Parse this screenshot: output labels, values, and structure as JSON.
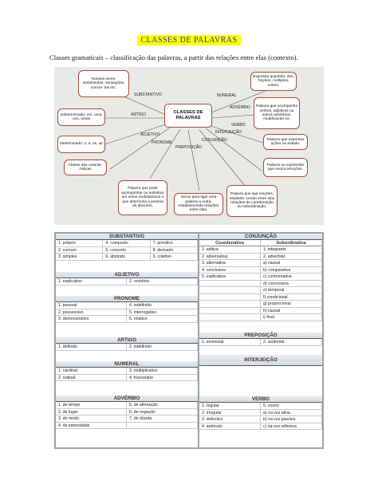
{
  "title": "CLASSES DE  PALAVRAS",
  "subtitle": "Classes gramaticais – classificação das palavras, a partir das relações entre elas (contexto).",
  "mindmap": {
    "center": "CLASSES DE PALAVRAS",
    "labels": {
      "substantivo": "SUBSTANTIVO",
      "numeral": "NUMERAL",
      "artigo": "ARTIGO",
      "adverbio": "ADVÉRBIO",
      "adjetivo": "ADJETIVO",
      "verbo": "VERBO",
      "pronome": "PRONOME",
      "interjeicao": "INTERJEIÇÃO",
      "conjuncao": "CONJUNÇÃO",
      "preposicao": "PREPOSIÇÃO"
    },
    "boxes": {
      "substantivo": "Nomeia seres, sentimentos, sensações, concei- tos etc.",
      "numeral": "Expressa quantida- des, frações, múltiplos, ordem.",
      "artigo_indef": "Indeterminado: um, uma, uns, umas",
      "artigo_def": "Determinado: o, a, os, as",
      "adverbio": "Palavra que acompanha verbos, adjetivos ou outros advérbios, modificando-os.",
      "adjetivo": "Classe das caracte- rísticas",
      "verbo": "Palavra que expressa ações ou estado.",
      "interjeicao": "Palavra ou expressão que evoca emoções.",
      "pronome": "Palavra que pode acompanhar ou substituir um nome (substantivo) e que determina a pessoa do discurso.",
      "preposicao": "Serve para ligar uma palavra a outra, estabelecendo relações entre elas.",
      "conjuncao": "Palavra que liga orações, estabele- cendo entre elas relações de coordenação ou subordinação."
    }
  },
  "tables": {
    "substantivo": {
      "title": "SUBSTANTIVO",
      "rows": [
        [
          "1. próprio",
          "4. composto",
          "7. primitivo"
        ],
        [
          "2. comum",
          "5. concreto",
          "8. derivado"
        ],
        [
          "3. simples",
          "6. abstrato",
          "9. coletivo"
        ]
      ]
    },
    "adjetivo": {
      "title": "ADJETIVO",
      "rows": [
        [
          "1. explicativo",
          "2. restritivo"
        ]
      ]
    },
    "pronome": {
      "title": "PRONOME",
      "rows": [
        [
          "1. pessoal",
          "4. indefinido"
        ],
        [
          "2. possessivo",
          "5. interrogativo"
        ],
        [
          "3. demonstrativo",
          "6. relativo"
        ]
      ]
    },
    "artigo": {
      "title": "ARTIGO",
      "rows": [
        [
          "1. definido",
          "2. indefinido"
        ]
      ]
    },
    "numeral": {
      "title": "NUMERAL",
      "rows": [
        [
          "1. cardinal",
          "3. multiplicativo"
        ],
        [
          "2. ordinal",
          "4. fracionário"
        ]
      ]
    },
    "adverbio": {
      "title": "ADVÉRBIO",
      "rows": [
        [
          "1. de tempo",
          "5. de afirmação"
        ],
        [
          "2. de lugar",
          "6. de negação"
        ],
        [
          "3. de modo",
          "7. de dúvida"
        ],
        [
          "4. de intensidade",
          ""
        ]
      ]
    },
    "conjuncao": {
      "title": "CONJUNÇÃO",
      "coord": "Coordenativa",
      "subord": "Subordinativa",
      "rows": [
        [
          "1. aditiva",
          "1. integrante"
        ],
        [
          "2. adversativa",
          "2. adverbial:"
        ],
        [
          "3. alternativa",
          "a) causal"
        ],
        [
          "4. conclusiva",
          "b) comparativa"
        ],
        [
          "5. explicativa",
          "c) conformativa"
        ],
        [
          "",
          "d) concessiva"
        ],
        [
          "",
          "e) temporal"
        ],
        [
          "",
          "f) condicional"
        ],
        [
          "",
          "g) proporcional"
        ],
        [
          "",
          "h) causal"
        ],
        [
          "",
          "i) final"
        ]
      ]
    },
    "preposicao": {
      "title": "PREPOSIÇÃO",
      "rows": [
        [
          "1. essencial",
          "2. acidental"
        ]
      ]
    },
    "interjeicao": {
      "title": "INTERJEIÇÃO"
    },
    "verbo": {
      "title": "VERBO",
      "rows": [
        [
          "1. regular",
          "5. vozes:"
        ],
        [
          "2. irregular",
          "a) na voz ativa"
        ],
        [
          "3. defectivo",
          "b) na voz passiva"
        ],
        [
          "4. anômalo",
          "c) na voz reflexiva"
        ]
      ]
    }
  }
}
